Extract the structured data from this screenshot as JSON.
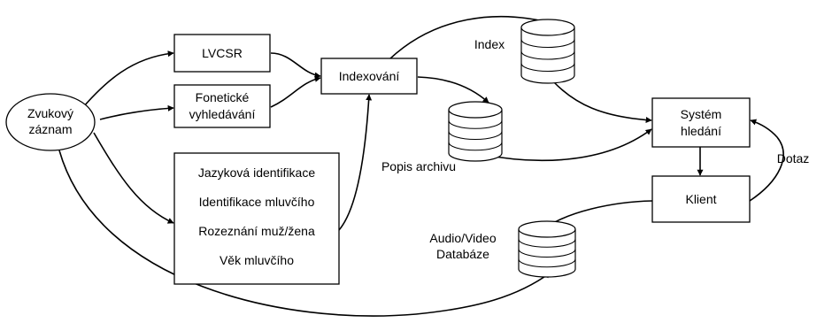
{
  "nodes": {
    "source": {
      "line1": "Zvukový",
      "line2": "záznam"
    },
    "lvcsr": "LVCSR",
    "phonetic": {
      "line1": "Fonetické",
      "line2": "vyhledávání"
    },
    "indexing": "Indexování",
    "analysis": {
      "items": [
        "Jazyková identifikace",
        "Identifikace mluvčího",
        "Rozeznání muž/žena",
        "Věk mluvčího"
      ]
    },
    "index_db": "Index",
    "archive_db": "Popis archivu",
    "av_db": {
      "line1": "Audio/Video",
      "line2": "Databáze"
    },
    "search": {
      "line1": "Systém",
      "line2": "hledání"
    },
    "client": "Klient",
    "query": "Dotaz"
  }
}
